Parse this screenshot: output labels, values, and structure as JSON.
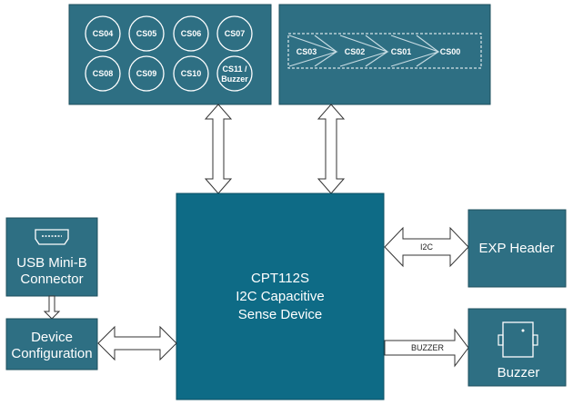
{
  "top_left": {
    "buttons": [
      "CS04",
      "CS05",
      "CS06",
      "CS07",
      "CS08",
      "CS09",
      "CS10"
    ],
    "cs11_line1": "CS11 /",
    "cs11_line2": "Buzzer"
  },
  "slider": {
    "labels": [
      "CS03",
      "CS02",
      "CS01",
      "CS00"
    ]
  },
  "main_device": {
    "line1": "CPT112S",
    "line2": "I2C Capacitive",
    "line3": "Sense Device"
  },
  "usb": {
    "line1": "USB Mini-B",
    "line2": "Connector"
  },
  "device_config": {
    "line1": "Device",
    "line2": "Configuration"
  },
  "exp_header": {
    "label": "EXP Header"
  },
  "buzzer": {
    "label": "Buzzer"
  },
  "arrows": {
    "i2c": "I2C",
    "buzzer": "BUZZER"
  }
}
